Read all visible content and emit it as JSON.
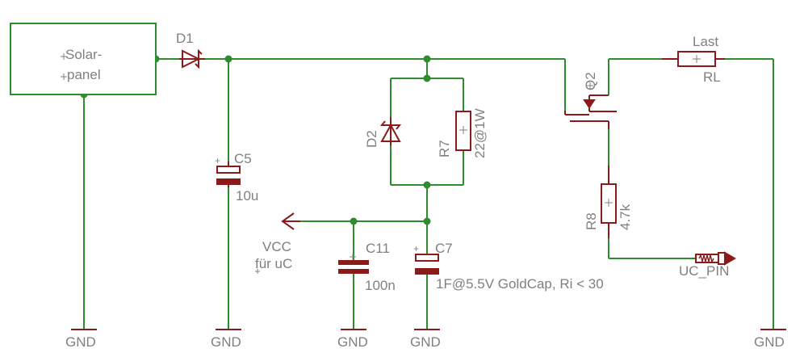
{
  "components": {
    "solar_panel": {
      "line1": "Solar-",
      "line2": "panel"
    },
    "d1": {
      "name": "D1"
    },
    "c5": {
      "name": "C5",
      "value": "10u"
    },
    "d2": {
      "name": "D2"
    },
    "r7": {
      "name": "R7",
      "value": "22@1W"
    },
    "q2": {
      "name": "Q2"
    },
    "load": {
      "name": "Last",
      "value": "RL"
    },
    "r8": {
      "name": "R8",
      "value": "4.7k"
    },
    "vcc": {
      "line1": "VCC",
      "line2": "für uC"
    },
    "c11": {
      "name": "C11",
      "value": "100n"
    },
    "c7": {
      "name": "C7",
      "value": "1F@5.5V GoldCap, Ri < 30"
    },
    "uc_pin": {
      "name": "UC_PIN"
    }
  },
  "ground_label": "GND",
  "colors": {
    "wire": "#2e8b2e",
    "part": "#8b1a1a",
    "text": "#808080",
    "background": "#ffffff"
  }
}
